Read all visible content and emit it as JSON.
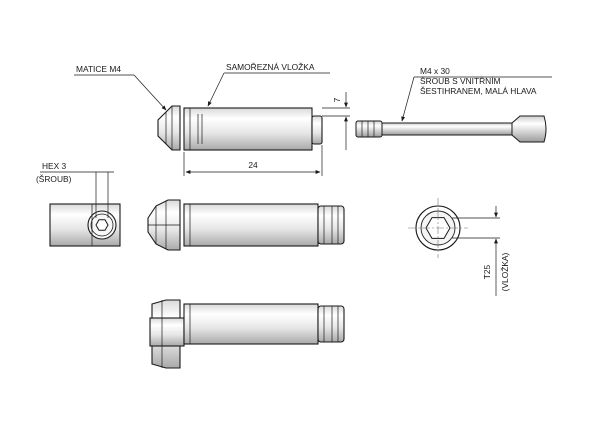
{
  "labels": {
    "nut": "MATICE M4",
    "insert": "SAMOŘEZNÁ VLOŽKA",
    "screw_size": "M4 x 30",
    "screw_desc_1": "ŠROUB S VNITŘNÍM",
    "screw_desc_2": "ŠESTIHRANEM, MALÁ HLAVA",
    "hex_size": "HEX 3",
    "hex_note": "(ŠROUB)",
    "torx_size": "T25",
    "torx_note": "(VLOŽKA)"
  },
  "dimensions": {
    "insert_length": "24",
    "thread_step": "7"
  }
}
